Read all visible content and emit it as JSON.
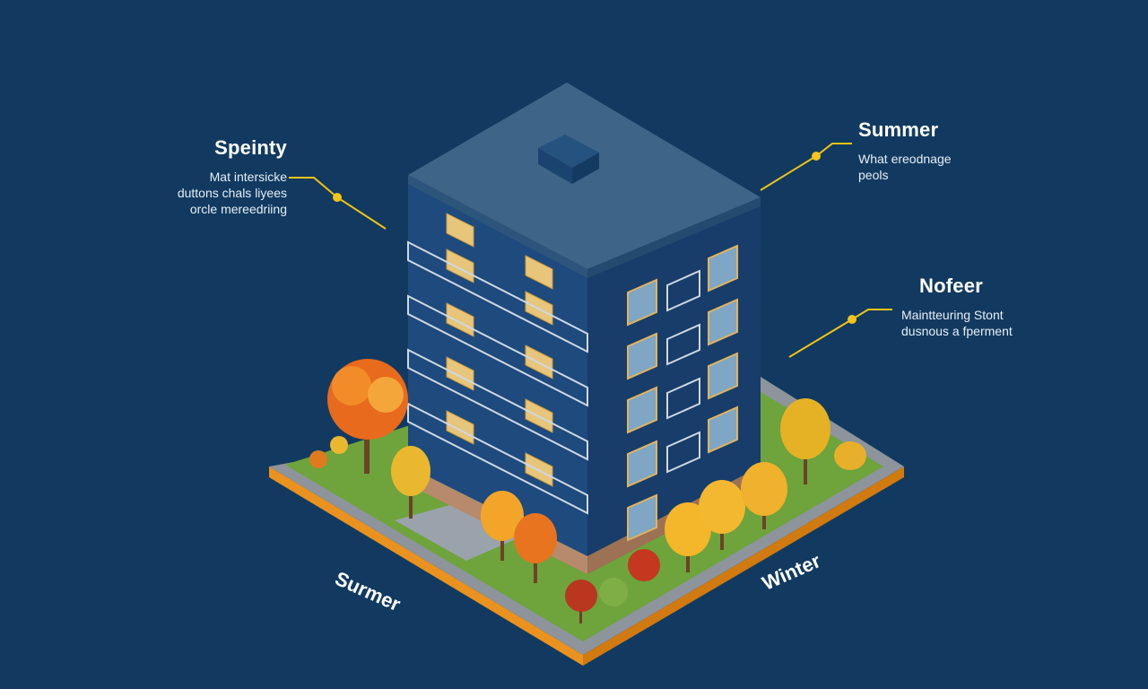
{
  "colors": {
    "background": "#123a60",
    "building_front": "#1e4a7e",
    "building_side": "#183d6a",
    "roof": "#3e6487",
    "ground_grass": "#6fa33c",
    "ground_edge": "#e9921f",
    "leader_line": "#f0c419"
  },
  "callouts": {
    "left": {
      "title": "Speinty",
      "lines": [
        "Mat intersicke",
        "duttons chals liyees",
        "orcle mereedriing"
      ]
    },
    "right_top": {
      "title": "Summer",
      "lines": [
        "What ereodnage",
        "peols"
      ]
    },
    "right_mid": {
      "title": "Nofeer",
      "lines": [
        "Maintteuring Stont",
        "dusnous a fperment"
      ]
    }
  },
  "ground_labels": {
    "summer": "Surmer",
    "winter": "Winter"
  }
}
